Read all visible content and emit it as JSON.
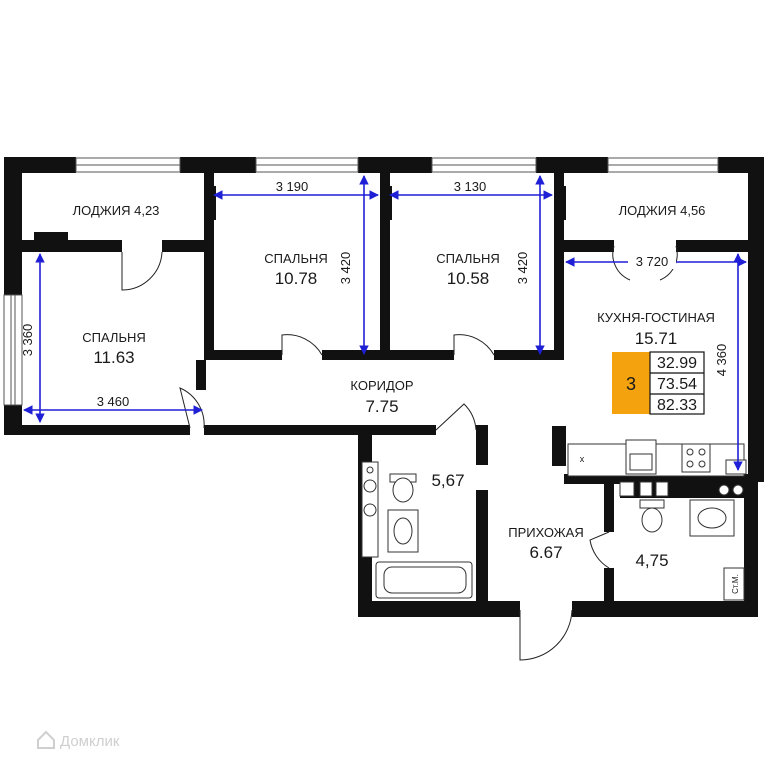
{
  "rooms": {
    "loggia_left": "ЛОДЖИЯ 4,23",
    "loggia_right": "ЛОДЖИЯ 4,56",
    "bedroom1": {
      "name": "СПАЛЬНЯ",
      "area": "11.63"
    },
    "bedroom2": {
      "name": "СПАЛЬНЯ",
      "area": "10.78"
    },
    "bedroom3": {
      "name": "СПАЛЬНЯ",
      "area": "10.58"
    },
    "kitchen": {
      "name": "КУХНЯ-ГОСТИНАЯ",
      "area": "15.71"
    },
    "corridor": {
      "name": "КОРИДОР",
      "area": "7.75"
    },
    "bathroom": {
      "area": "5,67"
    },
    "hallway": {
      "name": "ПРИХОЖАЯ",
      "area": "6.67"
    },
    "wc": {
      "area": "4,75"
    }
  },
  "dimensions": {
    "b2_width": "3 190",
    "b2_depth": "3 420",
    "b3_width": "3 130",
    "b3_depth": "3 420",
    "b1_depth": "3 360",
    "b1_width": "3 460",
    "kitchen_width": "3 720",
    "kitchen_depth": "4 360"
  },
  "summary": {
    "rooms_count": "3",
    "living_area": "32.99",
    "total_area": "73.54",
    "total_with_loggias": "82.33",
    "badge_color": "#f5a20f"
  },
  "fixtures": {
    "riser_label": "Ст.М.",
    "stove_mark": "x"
  },
  "watermark": "Домклик",
  "colors": {
    "wall": "#111111",
    "dimension_line": "#1f1fd6"
  }
}
